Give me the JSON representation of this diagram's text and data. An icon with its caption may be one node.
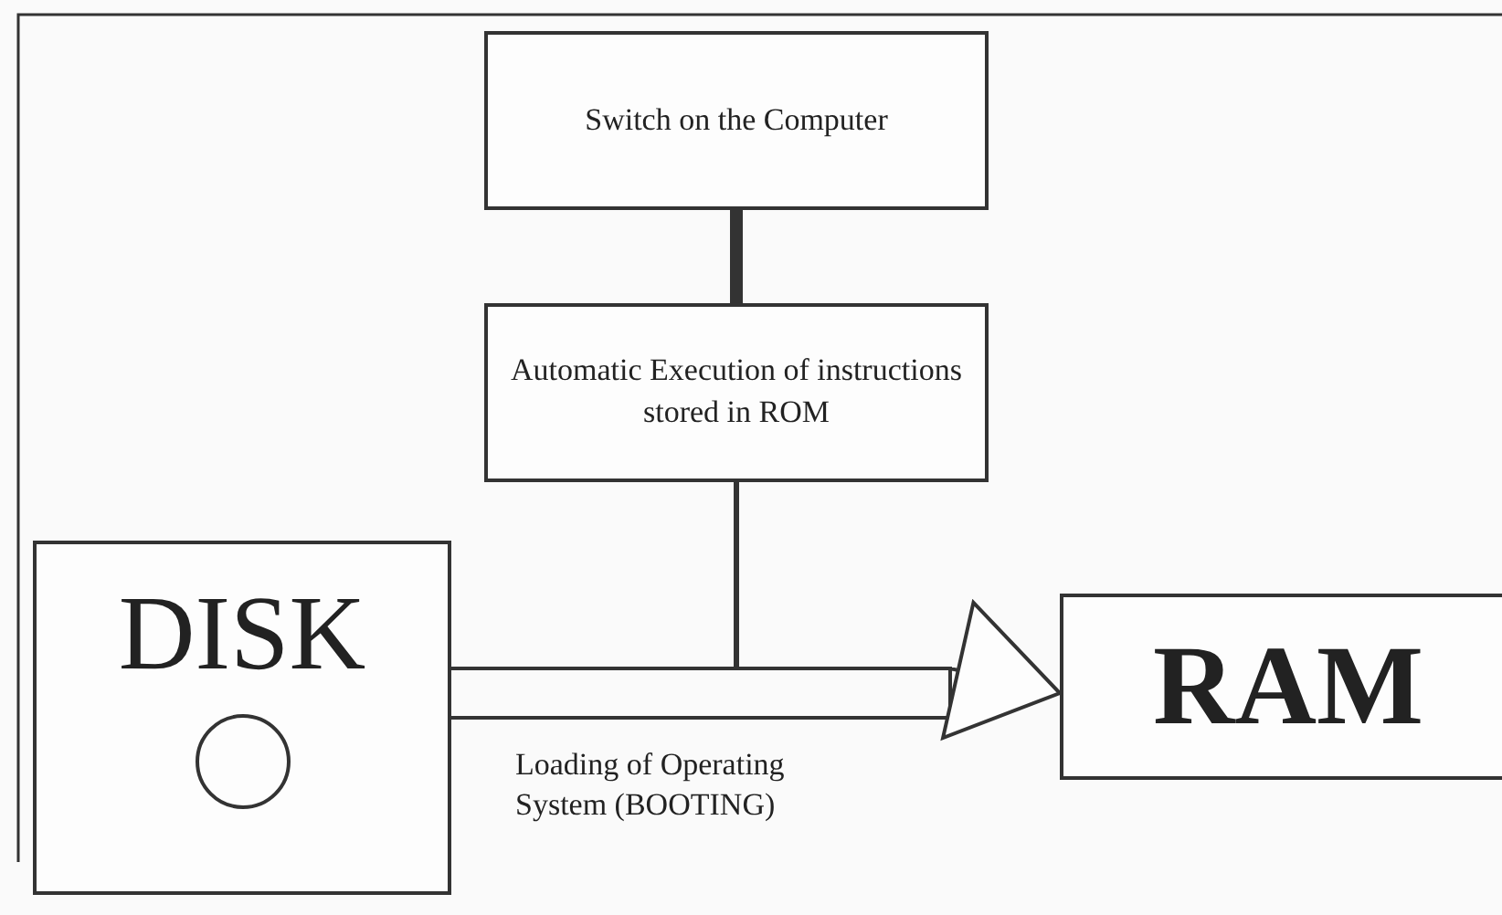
{
  "diagram": {
    "nodes": [
      {
        "text": [
          "Switch on the Computer"
        ]
      },
      {
        "text": [
          "Automatic Execution of instructions stored in ROM"
        ]
      },
      {
        "text": [
          "DISK"
        ]
      },
      {
        "text": [
          "RAM"
        ]
      }
    ],
    "edges": [
      {
        "from": 0,
        "to": 1,
        "arrow": "none",
        "style": "thick"
      },
      {
        "from": 1,
        "to": 3,
        "arrow": "to"
      },
      {
        "from": 2,
        "to": 3,
        "arrow": "to",
        "label": "Loading of Operating System (BOOTING)"
      }
    ]
  }
}
